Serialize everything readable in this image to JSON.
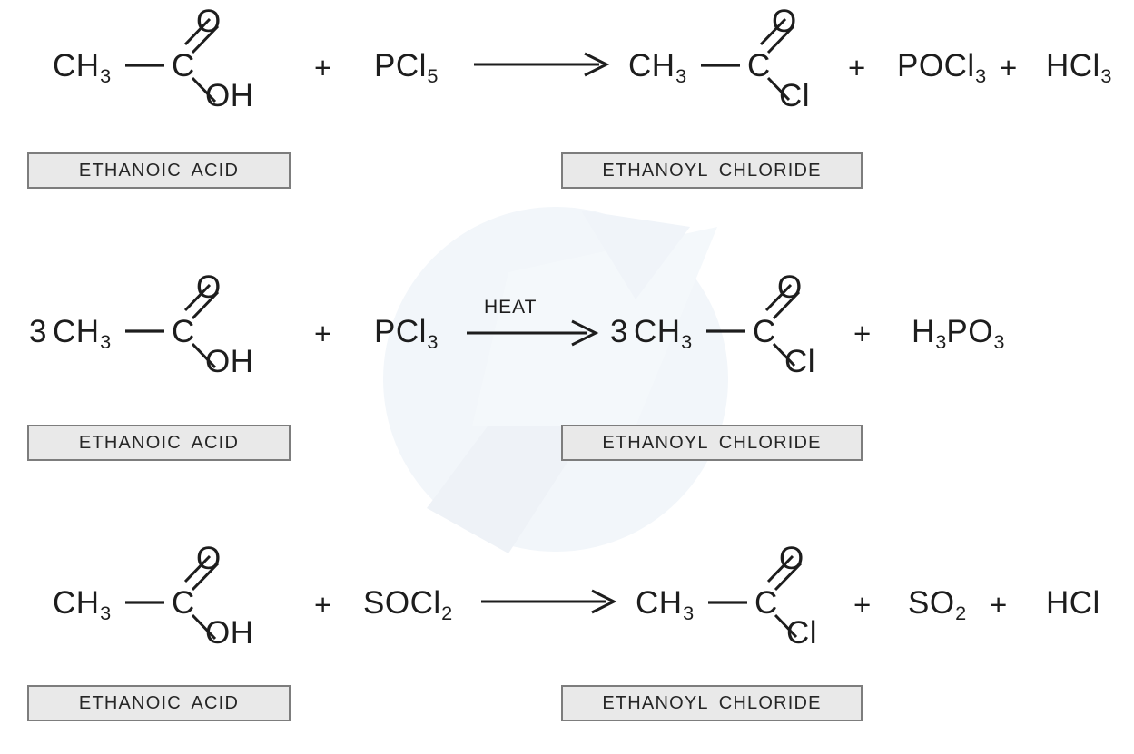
{
  "document": {
    "title": "Preparation of Ethanoyl Chloride from Ethanoic Acid",
    "background_color": "#ffffff",
    "ink_color": "#1d1d1d",
    "label_box_fill": "#e9e9e9",
    "label_box_border": "#7d7d7d"
  },
  "footer": {
    "caption": ""
  },
  "reactions": [
    {
      "id": "reaction-1",
      "reagent": "PCl",
      "reagent_sub": "5",
      "arrow_condition": "",
      "reactant": {
        "alkyl": "CH",
        "alkyl_sub": "3",
        "carbon": "C",
        "double_bond_atom": "O",
        "single_bond_group": "OH",
        "name": "ETHANOIC  ACID"
      },
      "product": {
        "alkyl": "CH",
        "alkyl_sub": "3",
        "carbon": "C",
        "double_bond_atom": "O",
        "single_bond_group": "Cl",
        "name": "ETHANOYL  CHLORIDE"
      },
      "byproducts": [
        {
          "formula": "POCl",
          "sub": "3"
        },
        {
          "formula": "HCl",
          "sub": "3"
        }
      ],
      "plus_symbol": "+",
      "arrow_symbol": "arrow-right"
    },
    {
      "id": "reaction-2",
      "reagent": "PCl",
      "reagent_sub": "3",
      "arrow_condition": "HEAT",
      "reactant": {
        "coefficient": "3",
        "alkyl": "CH",
        "alkyl_sub": "3",
        "carbon": "C",
        "double_bond_atom": "O",
        "single_bond_group": "OH",
        "name": "ETHANOIC  ACID"
      },
      "product": {
        "coefficient": "3",
        "alkyl": "CH",
        "alkyl_sub": "3",
        "carbon": "C",
        "double_bond_atom": "O",
        "single_bond_group": "Cl",
        "name": "ETHANOYL  CHLORIDE"
      },
      "byproducts": [
        {
          "formula_pre": "H",
          "sub1": "3",
          "formula_mid": "PO",
          "sub2": "3"
        }
      ],
      "plus_symbol": "+",
      "arrow_symbol": "arrow-right"
    },
    {
      "id": "reaction-3",
      "reagent": "SOCl",
      "reagent_sub": "2",
      "arrow_condition": "",
      "reactant": {
        "alkyl": "CH",
        "alkyl_sub": "3",
        "carbon": "C",
        "double_bond_atom": "O",
        "single_bond_group": "OH",
        "name": "ETHANOIC  ACID"
      },
      "product": {
        "alkyl": "CH",
        "alkyl_sub": "3",
        "carbon": "C",
        "double_bond_atom": "O",
        "single_bond_group": "Cl",
        "name": "ETHANOYL  CHLORIDE"
      },
      "byproducts": [
        {
          "formula": "SO",
          "sub": "2"
        },
        {
          "formula": "HCl",
          "sub": ""
        }
      ],
      "plus_symbol": "+",
      "arrow_symbol": "arrow-right"
    }
  ]
}
